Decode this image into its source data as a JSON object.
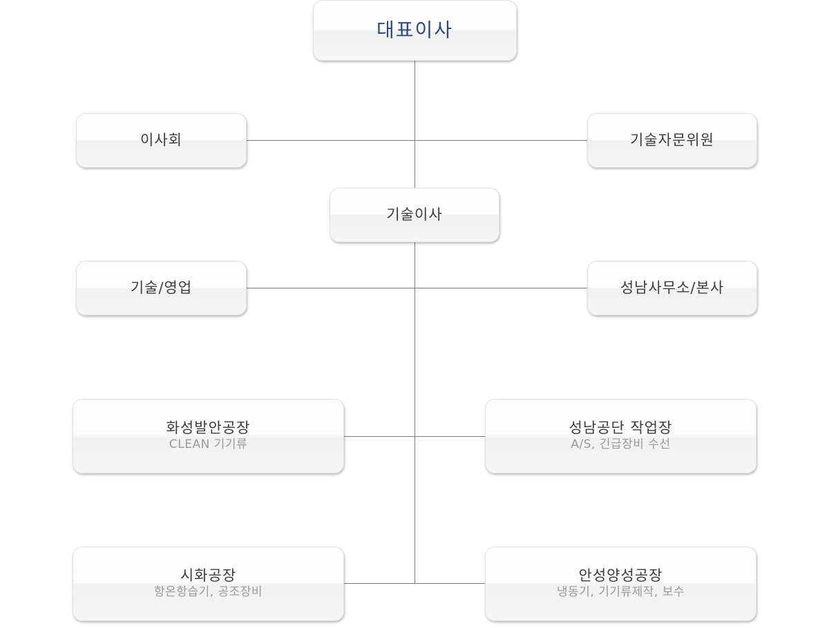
{
  "org_chart": {
    "ceo": {
      "title": "대표이사"
    },
    "board": {
      "title": "이사회"
    },
    "tech_advisor": {
      "title": "기술자문위원"
    },
    "tech_director": {
      "title": "기술이사"
    },
    "tech_sales": {
      "title": "기술/영업"
    },
    "seongnam_office": {
      "title": "성남사무소/본사"
    },
    "hwaseong_factory": {
      "title": "화성발안공장",
      "subtitle": "CLEAN 기기류"
    },
    "seongnam_workshop": {
      "title": "성남공단 작업장",
      "subtitle": "A/S, 긴급장비 수선"
    },
    "siwha_factory": {
      "title": "시화공장",
      "subtitle": "항온항습기, 공조장비"
    },
    "anseong_factory": {
      "title": "안성양성공장",
      "subtitle": "냉동기, 기기류제작, 보수"
    }
  }
}
